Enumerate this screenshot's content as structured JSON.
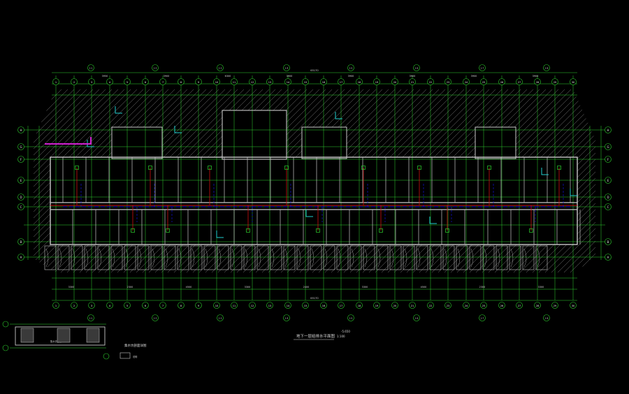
{
  "drawing": {
    "title": "地下一层给排水平面图",
    "scale": "1:100",
    "elevation": "-5.650",
    "detail_title": "集水坑剖面详图",
    "detail_note": "集水坑做法",
    "legend_text": "说明"
  },
  "colors": {
    "background": "#000000",
    "grid": "#2fd42f",
    "walls": "#c8c8c8",
    "hatch": "#8a8a8a",
    "water": "#1010d0",
    "drain": "#d01010",
    "fire": "#d020d0",
    "fixtures": "#20d0d0"
  },
  "axes": {
    "top": [
      "1",
      "2",
      "3",
      "4",
      "5",
      "6",
      "7",
      "8",
      "9",
      "10",
      "11",
      "12",
      "13",
      "14",
      "15",
      "16",
      "17",
      "18",
      "19",
      "20",
      "21",
      "22",
      "23",
      "24",
      "25",
      "26",
      "27",
      "28",
      "29",
      "30"
    ],
    "left": [
      "H",
      "G",
      "F",
      "E",
      "D",
      "C",
      "B",
      "A"
    ],
    "right": [
      "H",
      "G",
      "F",
      "E",
      "D",
      "C",
      "B",
      "A"
    ],
    "sub": [
      "1-1",
      "1-2",
      "1-3",
      "1-4",
      "1-5",
      "1-6",
      "1-7",
      "1-8"
    ]
  },
  "dims": {
    "overall_top": "65170",
    "overall_bottom": "65170",
    "bays_top": [
      "3950",
      "3900",
      "6300",
      "3900",
      "3900",
      "3900",
      "3900",
      "3900"
    ],
    "bays_bottom": [
      "3300",
      "2300",
      "4500",
      "3300",
      "2400",
      "3300",
      "4500",
      "2300",
      "3300"
    ]
  }
}
